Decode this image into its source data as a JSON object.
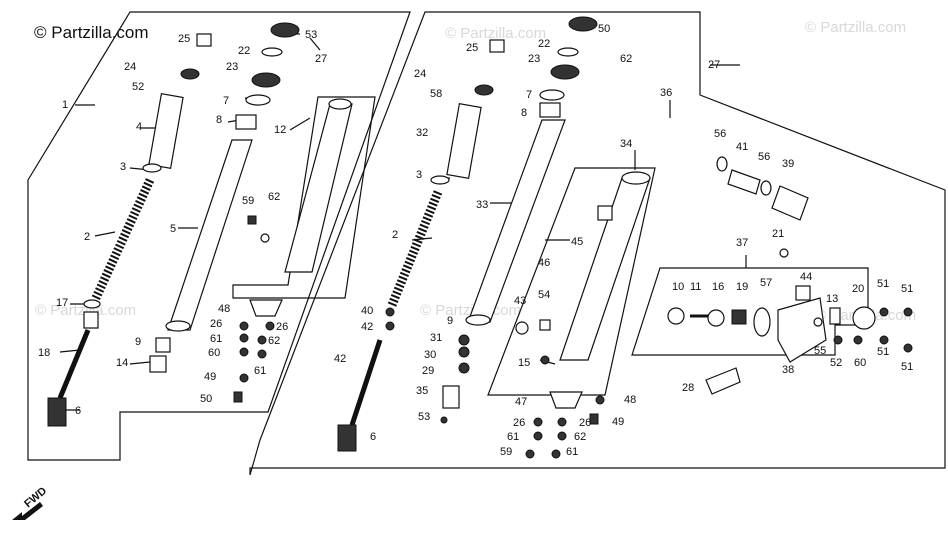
{
  "watermark": {
    "brand": "© Partzilla.com",
    "faint": "© Partzilla.com"
  },
  "direction_label": "FWD",
  "callouts": {
    "left": [
      "1",
      "2",
      "3",
      "4",
      "5",
      "6",
      "7",
      "8",
      "9",
      "12",
      "14",
      "17",
      "18",
      "22",
      "23",
      "24",
      "25",
      "26",
      "26",
      "27",
      "48",
      "49",
      "50",
      "52",
      "53",
      "59",
      "60",
      "61",
      "61",
      "62",
      "62"
    ],
    "middle": [
      "2",
      "3",
      "6",
      "7",
      "8",
      "9",
      "15",
      "22",
      "23",
      "24",
      "25",
      "26",
      "26",
      "27",
      "29",
      "30",
      "31",
      "32",
      "33",
      "34",
      "35",
      "40",
      "42",
      "42",
      "43",
      "45",
      "46",
      "47",
      "48",
      "49",
      "50",
      "53",
      "54",
      "58",
      "59",
      "61",
      "61",
      "62",
      "62"
    ],
    "right": [
      "10",
      "11",
      "13",
      "16",
      "19",
      "20",
      "21",
      "28",
      "36",
      "37",
      "38",
      "39",
      "41",
      "44",
      "51",
      "51",
      "51",
      "51",
      "52",
      "55",
      "56",
      "56",
      "57",
      "60"
    ]
  }
}
